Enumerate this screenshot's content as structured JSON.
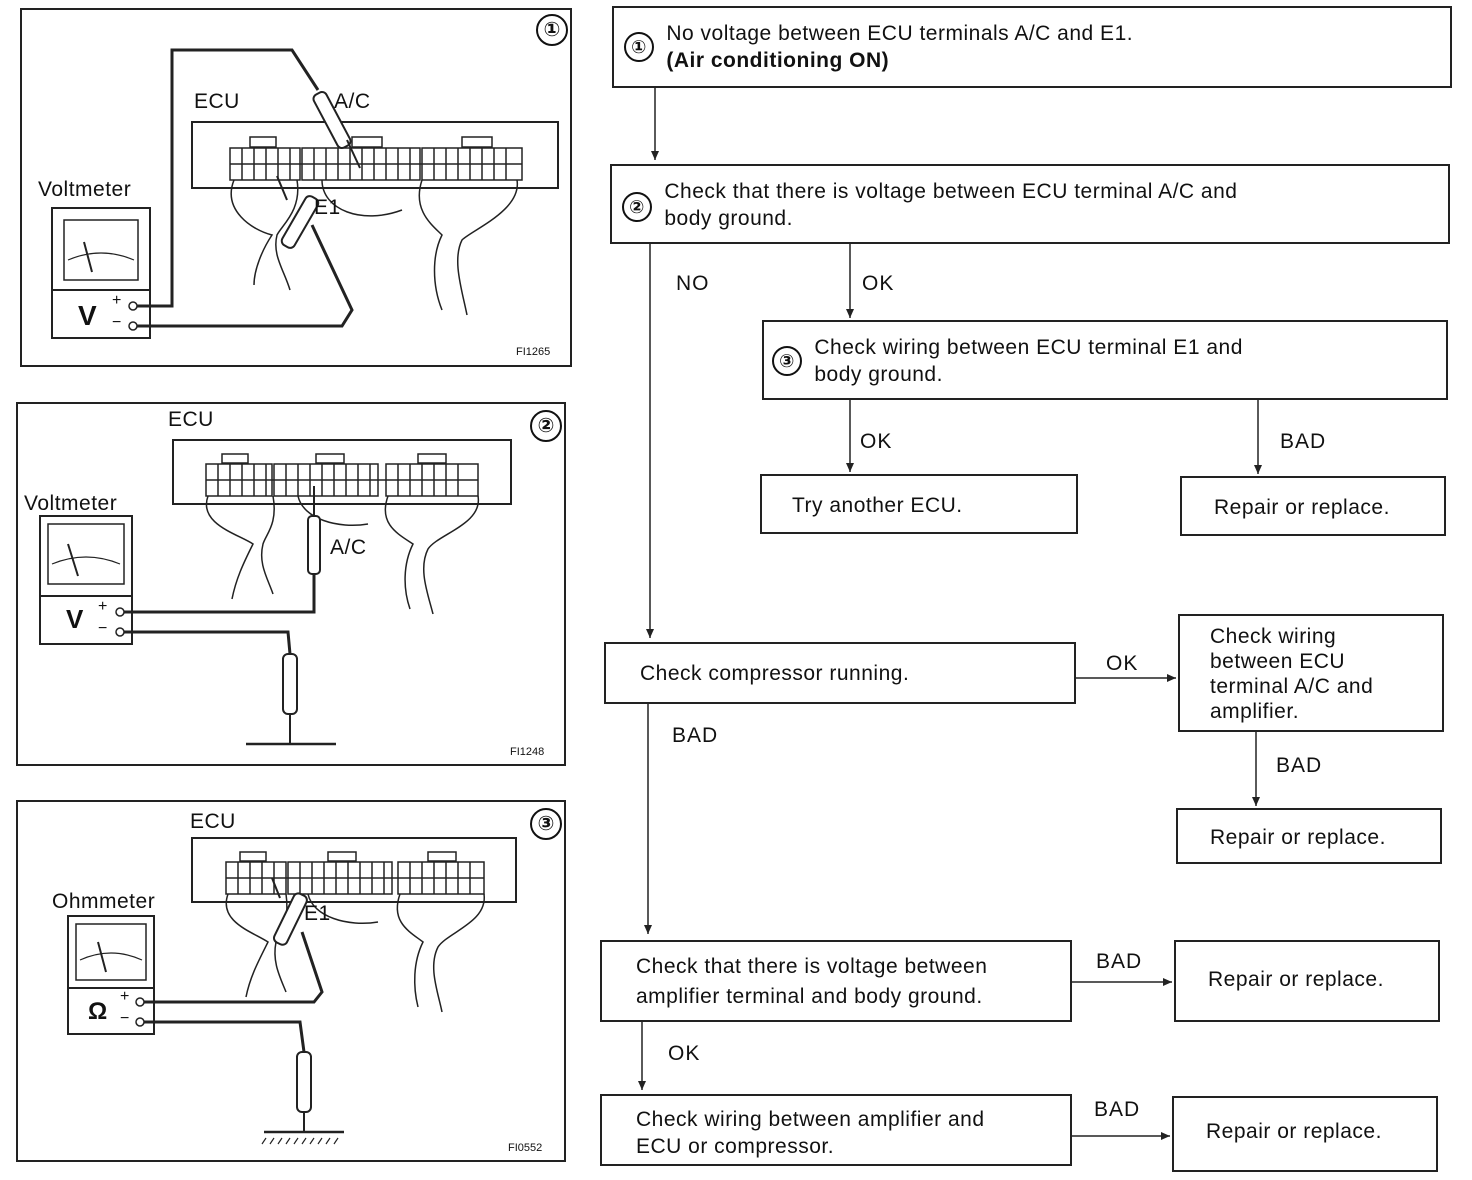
{
  "panels": [
    {
      "number": "①",
      "ecu": "ECU",
      "meter": "Voltmeter",
      "meter_symbol": "V",
      "plus": "+",
      "minus": "−",
      "probe1": "A/C",
      "probe2": "E1",
      "code": "FI1265"
    },
    {
      "number": "②",
      "ecu": "ECU",
      "meter": "Voltmeter",
      "meter_symbol": "V",
      "plus": "+",
      "minus": "−",
      "probe1": "A/C",
      "code": "FI1248"
    },
    {
      "number": "③",
      "ecu": "ECU",
      "meter": "Ohmmeter",
      "meter_symbol": "Ω",
      "plus": "+",
      "minus": "−",
      "probe1": "E1",
      "code": "FI0552"
    }
  ],
  "flow": {
    "step1_num": "①",
    "step1_line1": "No voltage between ECU terminals A/C and E1.",
    "step1_line2": "(Air conditioning ON)",
    "step2_num": "②",
    "step2_line1": "Check that there is voltage between ECU terminal A/C and",
    "step2_line2": "body ground.",
    "step3_num": "③",
    "step3_line1": "Check wiring between ECU terminal E1 and",
    "step3_line2": "body ground.",
    "try_ecu": "Try another ECU.",
    "repair1": "Repair or replace.",
    "compressor": "Check compressor running.",
    "wiring_ac_line1": "Check wiring",
    "wiring_ac_line2": "between ECU",
    "wiring_ac_line3": "terminal A/C and",
    "wiring_ac_line4": "amplifier.",
    "repair2": "Repair or replace.",
    "amp_voltage_line1": "Check that there is voltage between",
    "amp_voltage_line2": "amplifier terminal and body ground.",
    "repair3": "Repair or replace.",
    "amp_wiring_line1": "Check wiring between amplifier and",
    "amp_wiring_line2": "ECU or compressor.",
    "repair4": "Repair or replace.",
    "no": "NO",
    "ok": "OK",
    "bad": "BAD"
  }
}
